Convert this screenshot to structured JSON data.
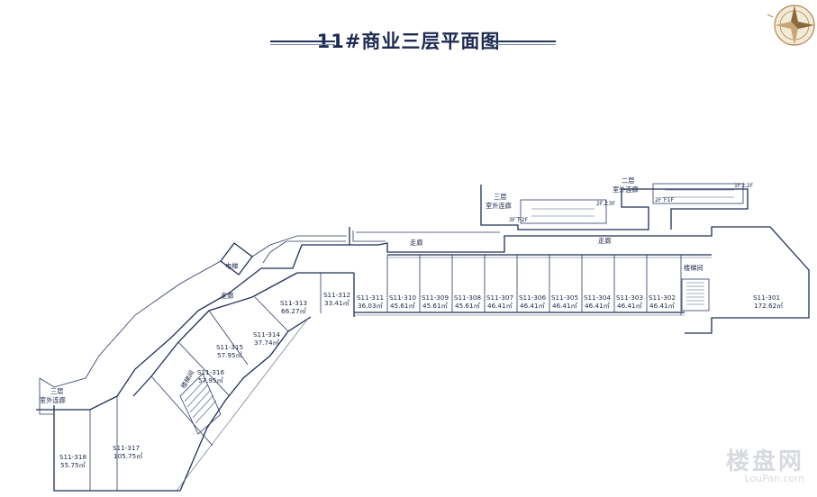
{
  "title": "11#商业三层平面图",
  "corridor_labels": [
    "走廊",
    "走廊",
    "走廊"
  ],
  "annotations": {
    "elevator": "电梯",
    "stair_east": "楼梯间",
    "stair_west": "楼梯间",
    "outdoor_bridge_3f": "三层\n室外连廊",
    "outdoor_bridge_2f": "二层\n室外连廊",
    "outdoor_bridge_west": "三层\n室外连廊"
  },
  "units": [
    {
      "id": "S11-301",
      "area": "172.62㎡"
    },
    {
      "id": "S11-302",
      "area": "46.41㎡"
    },
    {
      "id": "S11-303",
      "area": "46.41㎡"
    },
    {
      "id": "S11-304",
      "area": "46.41㎡"
    },
    {
      "id": "S11-305",
      "area": "46.41㎡"
    },
    {
      "id": "S11-306",
      "area": "46.41㎡"
    },
    {
      "id": "S11-307",
      "area": "46.41㎡"
    },
    {
      "id": "S11-308",
      "area": "45.61㎡"
    },
    {
      "id": "S11-309",
      "area": "45.61㎡"
    },
    {
      "id": "S11-310",
      "area": "45.61㎡"
    },
    {
      "id": "S11-311",
      "area": "36.03㎡"
    },
    {
      "id": "S11-312",
      "area": "33.41㎡"
    },
    {
      "id": "S11-313",
      "area": "66.27㎡"
    },
    {
      "id": "S11-314",
      "area": "37.74㎡"
    },
    {
      "id": "S11-315",
      "area": "57.95㎡"
    },
    {
      "id": "S11-316",
      "area": "57.95㎡"
    },
    {
      "id": "S11-317",
      "area": "105.75㎡"
    },
    {
      "id": "S11-318",
      "area": "55.75㎡"
    }
  ],
  "escalator_tags": [
    "2F上3F",
    "3F下2F",
    "2F下1F",
    "1F上2F"
  ],
  "watermark": {
    "cn": "楼盘网",
    "en": "LouPan.com"
  },
  "colors": {
    "line": "#1f2f55",
    "title": "#1d2a52",
    "compass": "#b38a52"
  }
}
